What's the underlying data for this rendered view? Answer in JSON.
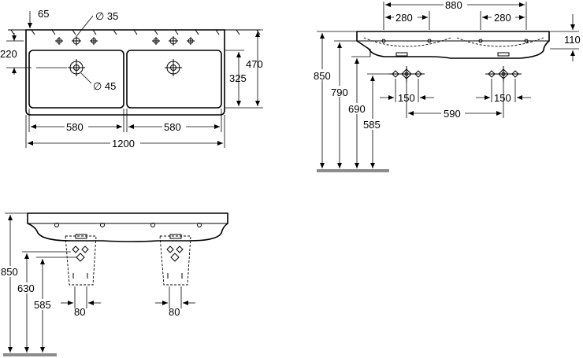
{
  "top_view": {
    "tap_offset": "65",
    "tap_hole_diameter": "∅ 35",
    "rear_depth": "220",
    "overflow_diameter": "∅ 45",
    "total_depth": "470",
    "bowl_depth": "325",
    "bowl_width_left": "580",
    "bowl_width_right": "580",
    "total_width": "1200"
  },
  "front_view": {
    "outer_tap_span": "880",
    "tap_span_left": "280",
    "tap_span_right": "280",
    "rim_height_right": "110",
    "rim_height": "850",
    "bowl_bottom_height": "790",
    "siphon_height": "690",
    "waste_height": "585",
    "valve_spacing_left": "150",
    "valve_spacing_right": "150",
    "valve_center_distance": "590"
  },
  "side_view": {
    "rim_height": "850",
    "siphon_height": "630",
    "waste_height": "585",
    "trap_width_left": "80",
    "trap_width_right": "80"
  }
}
